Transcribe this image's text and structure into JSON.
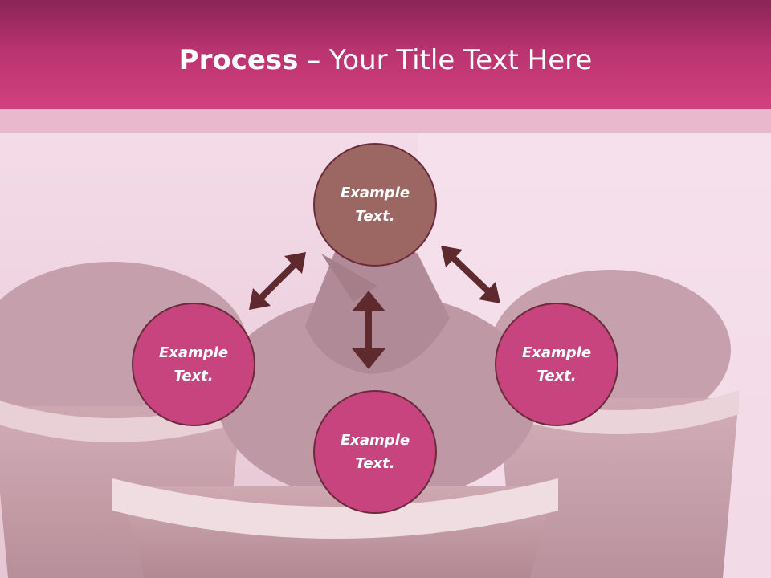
{
  "slide": {
    "title_bold": "Process",
    "title_sep": " – ",
    "title_rest": "Your Title Text Here"
  },
  "nodes": {
    "top": "Example Text.",
    "left": "Example Text.",
    "right": "Example Text.",
    "bottom": "Example Text."
  },
  "colors": {
    "header": "#c8367a",
    "node_accent": "#c8447f",
    "node_top": "#9c6662",
    "arrow": "#5e2a2e"
  }
}
